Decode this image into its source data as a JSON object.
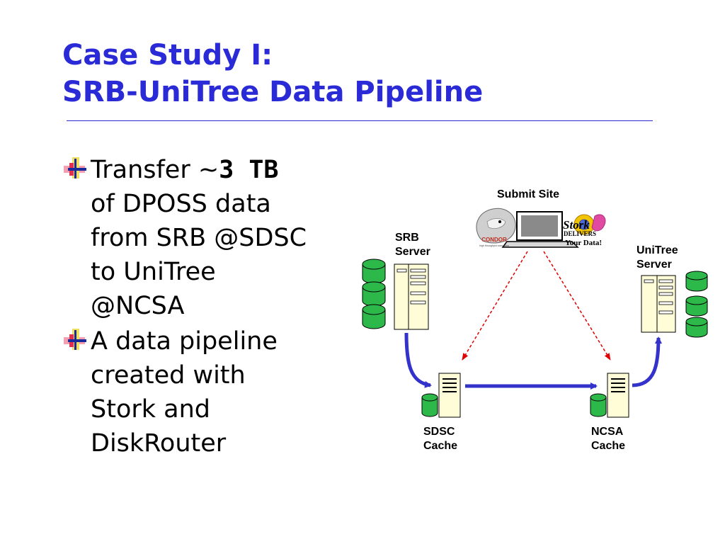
{
  "slide": {
    "title_line1": "Case Study I:",
    "title_line2": "SRB-UniTree Data Pipeline"
  },
  "bullets": [
    {
      "lines": [
        {
          "before": "Transfer ~",
          "strong": "3 TB"
        },
        {
          "text": "of DPOSS data"
        },
        {
          "text": "from SRB @SDSC"
        },
        {
          "text": "to UniTree"
        },
        {
          "text": "@NCSA"
        }
      ]
    },
    {
      "lines": [
        {
          "text": "A data pipeline"
        },
        {
          "text": "created with"
        },
        {
          "text": "Stork and"
        },
        {
          "text": "DiskRouter"
        }
      ]
    }
  ],
  "diagram": {
    "submit_site": "Submit Site",
    "srb_server": [
      "SRB",
      "Server"
    ],
    "unitree_server": [
      "UniTree",
      "Server"
    ],
    "sdsc_cache": [
      "SDSC",
      "Cache"
    ],
    "ncsa_cache": [
      "NCSA",
      "Cache"
    ],
    "condor_logo": "CONDOR",
    "condor_tagline": "high throughput computing",
    "stork_logo": "Stork",
    "stork_delivers": "DELIVERS",
    "stork_your_data": "Your Data!"
  },
  "colors": {
    "title": "#2a2ad6",
    "flow_arrow": "#3333cc",
    "control_arrow": "#e00000",
    "disk": "#2db84a",
    "server": "#fffdd8"
  }
}
